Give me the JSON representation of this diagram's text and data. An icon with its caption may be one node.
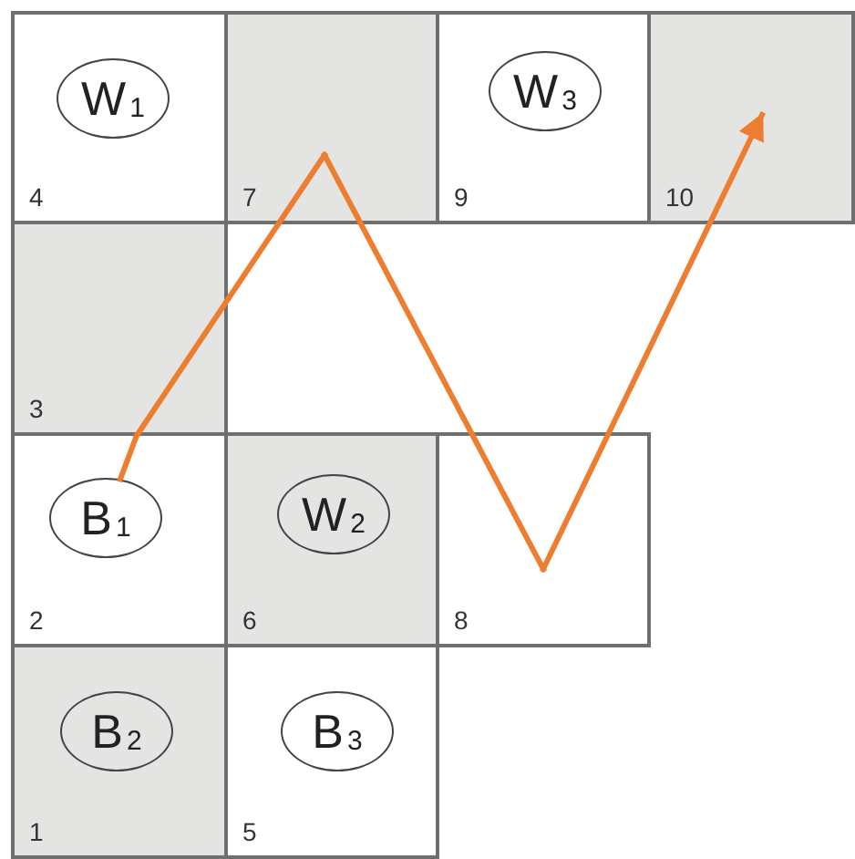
{
  "diagram": {
    "nodes": [
      {
        "text": [
          "4"
        ]
      },
      {
        "text": [
          "W$_{1}$"
        ],
        "in": 0
      },
      {
        "text": [
          "7"
        ]
      },
      {
        "text": [
          "9"
        ]
      },
      {
        "text": [
          "W$_{3}$"
        ],
        "in": 3
      },
      {
        "text": [
          "10"
        ]
      },
      {
        "text": [
          "3"
        ]
      },
      {
        "text": [
          "2"
        ]
      },
      {
        "text": [
          "B$_{1}$"
        ],
        "in": 7
      },
      {
        "text": [
          "6"
        ]
      },
      {
        "text": [
          "W$_{2}$"
        ],
        "in": 9
      },
      {
        "text": [
          "8"
        ]
      },
      {
        "text": [
          "1"
        ]
      },
      {
        "text": [
          "B$_{2}$"
        ],
        "in": 12
      },
      {
        "text": [
          "5"
        ]
      },
      {
        "text": [
          "B$_{3}$"
        ],
        "in": 14
      }
    ],
    "edges": [
      {
        "from": 8,
        "to": 6,
        "arrow": "none"
      },
      {
        "from": 6,
        "to": 2,
        "arrow": "none"
      },
      {
        "from": 2,
        "to": 11,
        "arrow": "none"
      },
      {
        "from": 11,
        "to": 5,
        "arrow": "to"
      }
    ]
  }
}
